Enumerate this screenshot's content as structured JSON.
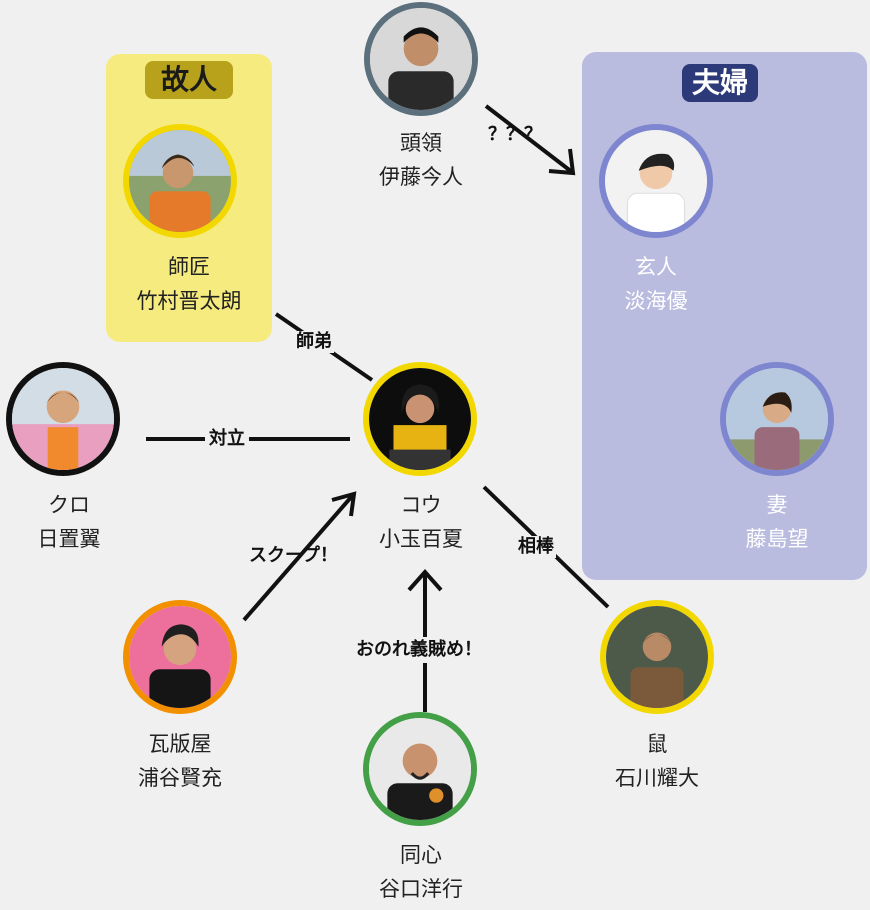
{
  "groups": {
    "deceased": "故人",
    "couple": "夫婦"
  },
  "colors": {
    "deceased_box": "#f6eb7f",
    "deceased_label": "#b8a21c",
    "couple_box": "#b9bbdf",
    "couple_label": "#2c3a7a",
    "yellow_ring": "#f2d800",
    "black_ring": "#111111",
    "slate_ring": "#5b6f7c",
    "periwinkle_ring": "#7d86cf",
    "orange_ring": "#f29000",
    "green_ring": "#43a047"
  },
  "people": {
    "leader": {
      "role": "頭領",
      "actor": "伊藤今人"
    },
    "master": {
      "role": "師匠",
      "actor": "竹村晋太朗"
    },
    "genjin": {
      "role": "玄人",
      "actor": "淡海優"
    },
    "wife": {
      "role": "妻",
      "actor": "藤島望"
    },
    "kuro": {
      "role": "クロ",
      "actor": "日置翼"
    },
    "kou": {
      "role": "コウ",
      "actor": "小玉百夏"
    },
    "kawaraban": {
      "role": "瓦版屋",
      "actor": "浦谷賢充"
    },
    "doshin": {
      "role": "同心",
      "actor": "谷口洋行"
    },
    "nezumi": {
      "role": "鼠",
      "actor": "石川耀大"
    }
  },
  "relations": {
    "leader_to_genjin": "？？？",
    "master_kou": "師弟",
    "kuro_kou": "対立",
    "kawaraban_to_kou": "スクープ！",
    "doshin_to_kou": "おのれ義賊め！",
    "nezumi_kou": "相棒"
  }
}
